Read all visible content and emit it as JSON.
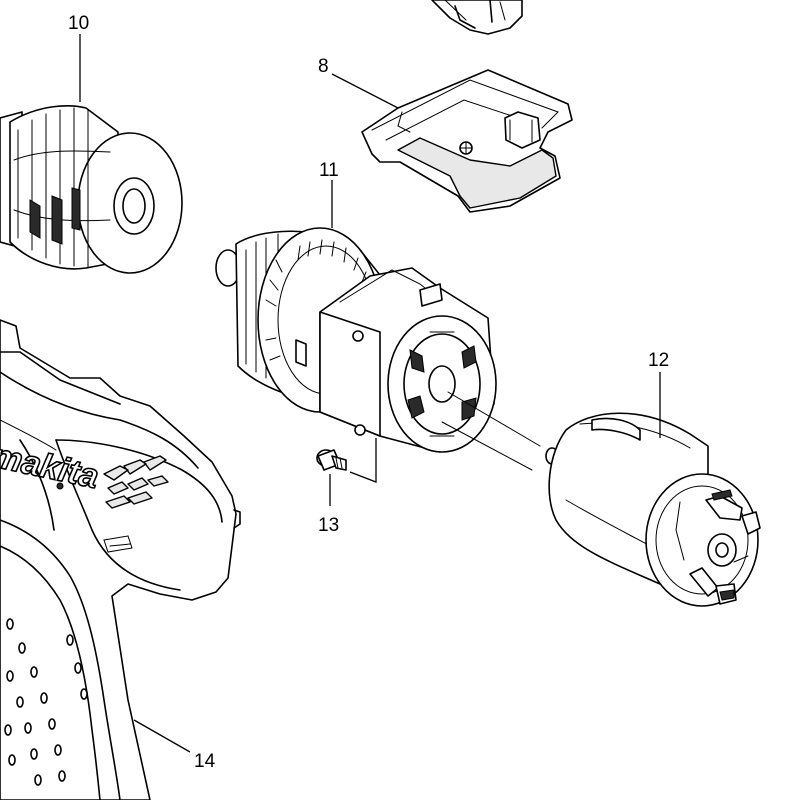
{
  "parts": [
    {
      "number": "8"
    },
    {
      "number": "10"
    },
    {
      "number": "11"
    },
    {
      "number": "12"
    },
    {
      "number": "13"
    },
    {
      "number": "14"
    }
  ],
  "logo": {
    "text": "makita",
    "icon": "makita-logo"
  }
}
